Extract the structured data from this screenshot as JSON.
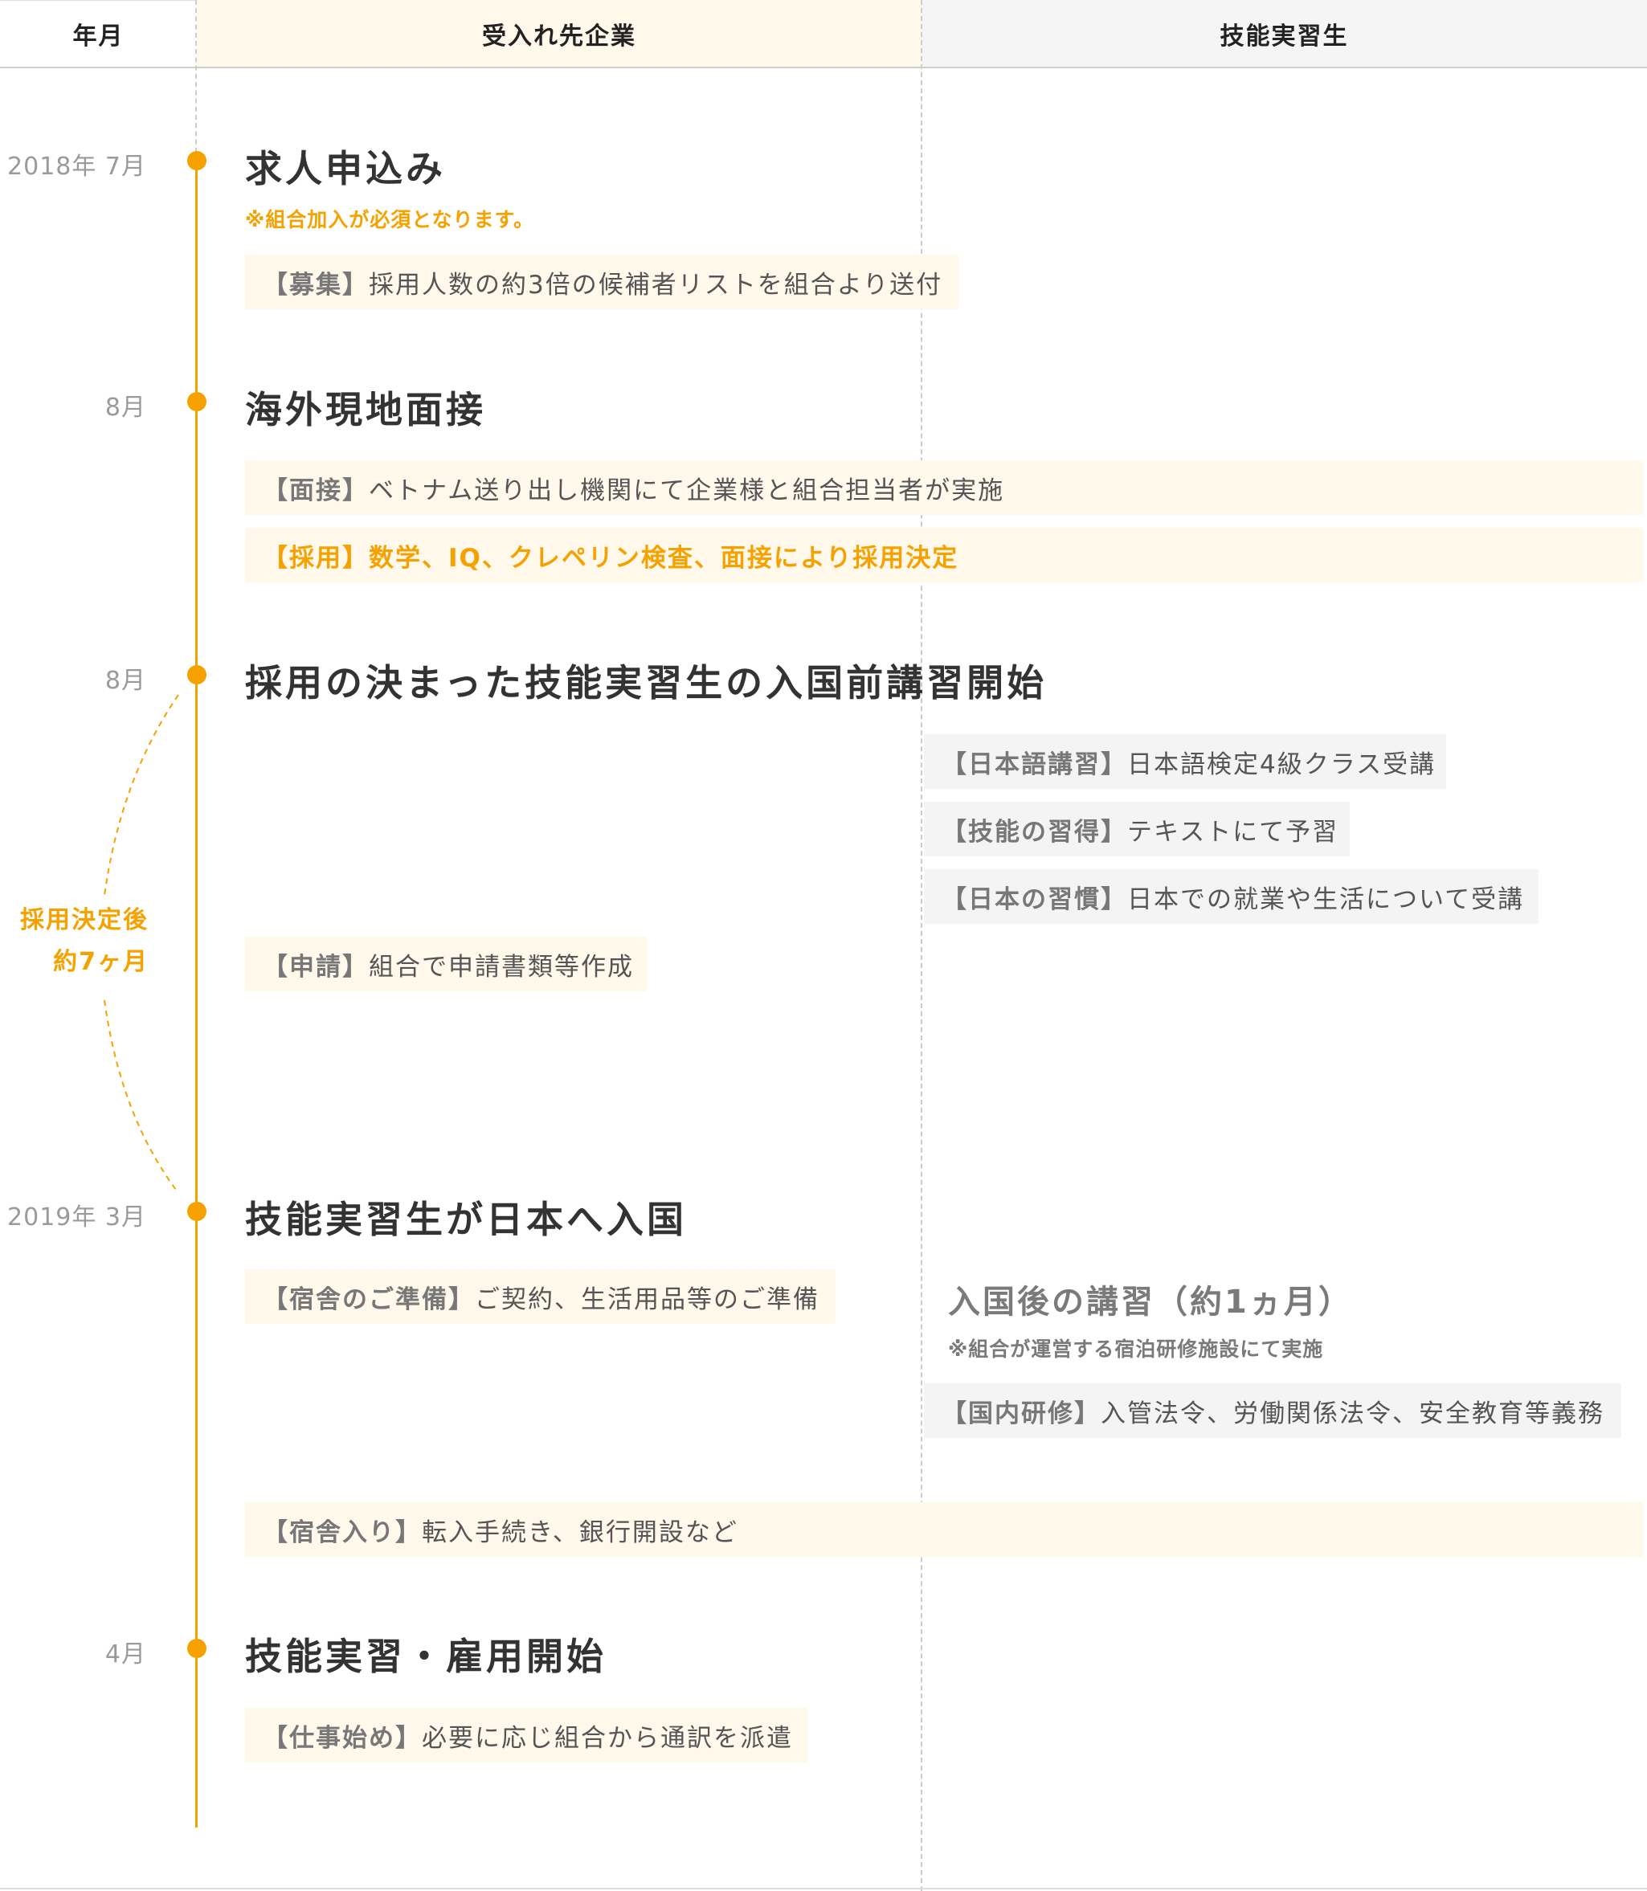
{
  "header": {
    "col_date": "年月",
    "col_company": "受入れ先企業",
    "col_trainee": "技能実習生"
  },
  "events": [
    {
      "date": "2018年  7月",
      "title": "求人申込み",
      "note": "※組合加入が必須となります。",
      "items": [
        {
          "tag": "【募集】",
          "text": "採用人数の約3倍の候補者リストを組合より送付"
        }
      ]
    },
    {
      "date": "8月",
      "title": "海外現地面接",
      "items": [
        {
          "tag": "【面接】",
          "text": "ベトナム送り出し機関にて企業様と組合担当者が実施"
        },
        {
          "tag": "【採用】",
          "text": "数学、IQ、クレペリン検査、面接により採用決定"
        }
      ]
    },
    {
      "date": "8月",
      "title": "採用の決まった技能実習生の入国前講習開始",
      "trainee_items": [
        {
          "tag": "【日本語講習】",
          "text": "日本語検定4級クラス受講"
        },
        {
          "tag": "【技能の習得】",
          "text": "テキストにて予習"
        },
        {
          "tag": "【日本の習慣】",
          "text": "日本での就業や生活について受講"
        }
      ],
      "company_items": [
        {
          "tag": "【申請】",
          "text": "組合で申請書類等作成"
        }
      ]
    },
    {
      "date": "2019年  3月",
      "title": "技能実習生が日本へ入国",
      "company_items": [
        {
          "tag": "【宿舎のご準備】",
          "text": "ご契約、生活用品等のご準備"
        }
      ],
      "trainee_subtitle": "入国後の講習（約1ヵ月）",
      "trainee_note": "※組合が運営する宿泊研修施設にて実施",
      "trainee_items": [
        {
          "tag": "【国内研修】",
          "text": "入管法令、労働関係法令、安全教育等義務"
        }
      ],
      "wide_items": [
        {
          "tag": "【宿舎入り】",
          "text": "転入手続き、銀行開設など"
        }
      ]
    },
    {
      "date": "4月",
      "title": "技能実習・雇用開始",
      "items": [
        {
          "tag": "【仕事始め】",
          "text": "必要に応じ組合から通訳を派遣"
        }
      ]
    }
  ],
  "span_label": {
    "line1": "採用決定後",
    "line2": "約7ヶ月"
  },
  "colors": {
    "accent": "#f5a200",
    "cream": "#fff8eb",
    "gray": "#f4f4f4"
  }
}
